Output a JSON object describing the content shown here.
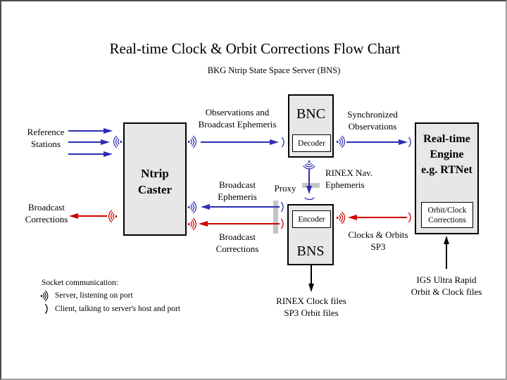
{
  "window": {
    "title": "Real-time Clock & Orbit Corrections Flow Chart",
    "subtitle": "BKG Ntrip State Space Server (BNS)"
  },
  "colors": {
    "arrow_blue": "#2d2db4",
    "arrow_red": "#cf0000",
    "arrow_black": "#000000",
    "box_fill": "#e7e7e7",
    "proxy_bar": "#c4c4c4",
    "frame_dark": "#4d4d4d",
    "frame_light": "#9e9e9e"
  },
  "nodes": {
    "ntrip_caster": {
      "label": "Ntrip\nCaster"
    },
    "bnc": {
      "label": "BNC",
      "sub_label": "Decoder"
    },
    "bns": {
      "label": "BNS",
      "sub_label": "Encoder"
    },
    "rt_engine": {
      "label": "Real-time\nEngine\ne.g. RTNet",
      "sub_label": "Orbit/Clock\nCorrections"
    }
  },
  "labels": {
    "reference_stations": "Reference\nStations",
    "broadcast_corrections_in": "Broadcast\nCorrections",
    "observations_broadcast_ephemeris": "Observations and\nBroadcast Ephemeris",
    "synchronized_observations": "Synchronized\nObservations",
    "rinex_nav_ephemeris": "RINEX Nav.\nEphemeris",
    "proxy": "Proxy",
    "broadcast_ephemeris": "Broadcast\nEphemeris",
    "broadcast_corrections_out": "Broadcast\nCorrections",
    "clocks_orbits_sp3": "Clocks & Orbits\nSP3",
    "rinex_clock_sp3_files": "RINEX Clock files\nSP3 Orbit files",
    "igs_ultra_rapid": "IGS Ultra Rapid\nOrbit & Clock files"
  },
  "legend": {
    "title": "Socket communication:",
    "server": "Server, listening on port",
    "client": "Client, talking to server's host and port"
  }
}
